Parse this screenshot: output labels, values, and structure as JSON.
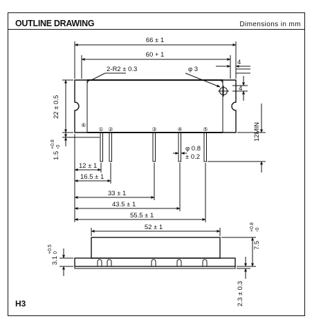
{
  "header": {
    "title": "OUTLINE DRAWING",
    "units": "Dimensions in mm"
  },
  "footer": {
    "code": "H3"
  },
  "dimensions": {
    "overall_length": "66 ± 1",
    "body_length": "60 + 1",
    "corner_radius": "2-R2 ± 0.3",
    "hole_diameter": "φ 3",
    "tab_width": "4",
    "hole_offset": "4",
    "body_height": "22 ± 0.5",
    "min_length": "12MIN",
    "lead_offset_v": "1.5",
    "lead_offset_tol_upper": "+0.8",
    "lead_offset_tol_lower": "-0",
    "lead_width": "φ 0.8",
    "lead_width_tol": "± 0.2",
    "pitch_1": "12 ± 1",
    "pitch_2": "16.5 ± 1",
    "pitch_3": "33 ± 1",
    "pitch_4": "43.5 ± 1",
    "pitch_5": "55.5 ± 1",
    "side_length": "52 ± 1",
    "side_height_left": "3.1",
    "side_height_left_tol_upper": "+0.5",
    "side_height_left_tol_lower": "0",
    "side_height_right": "7.5",
    "side_height_right_tol_upper": "+0.8",
    "side_height_right_tol_lower": "-0",
    "base_thickness": "2.3 ± 0.3"
  },
  "pins": {
    "pin1": "①",
    "pin2": "②",
    "pin3": "③",
    "pin4": "④",
    "pin5": "⑤",
    "pin6": "⑥"
  }
}
